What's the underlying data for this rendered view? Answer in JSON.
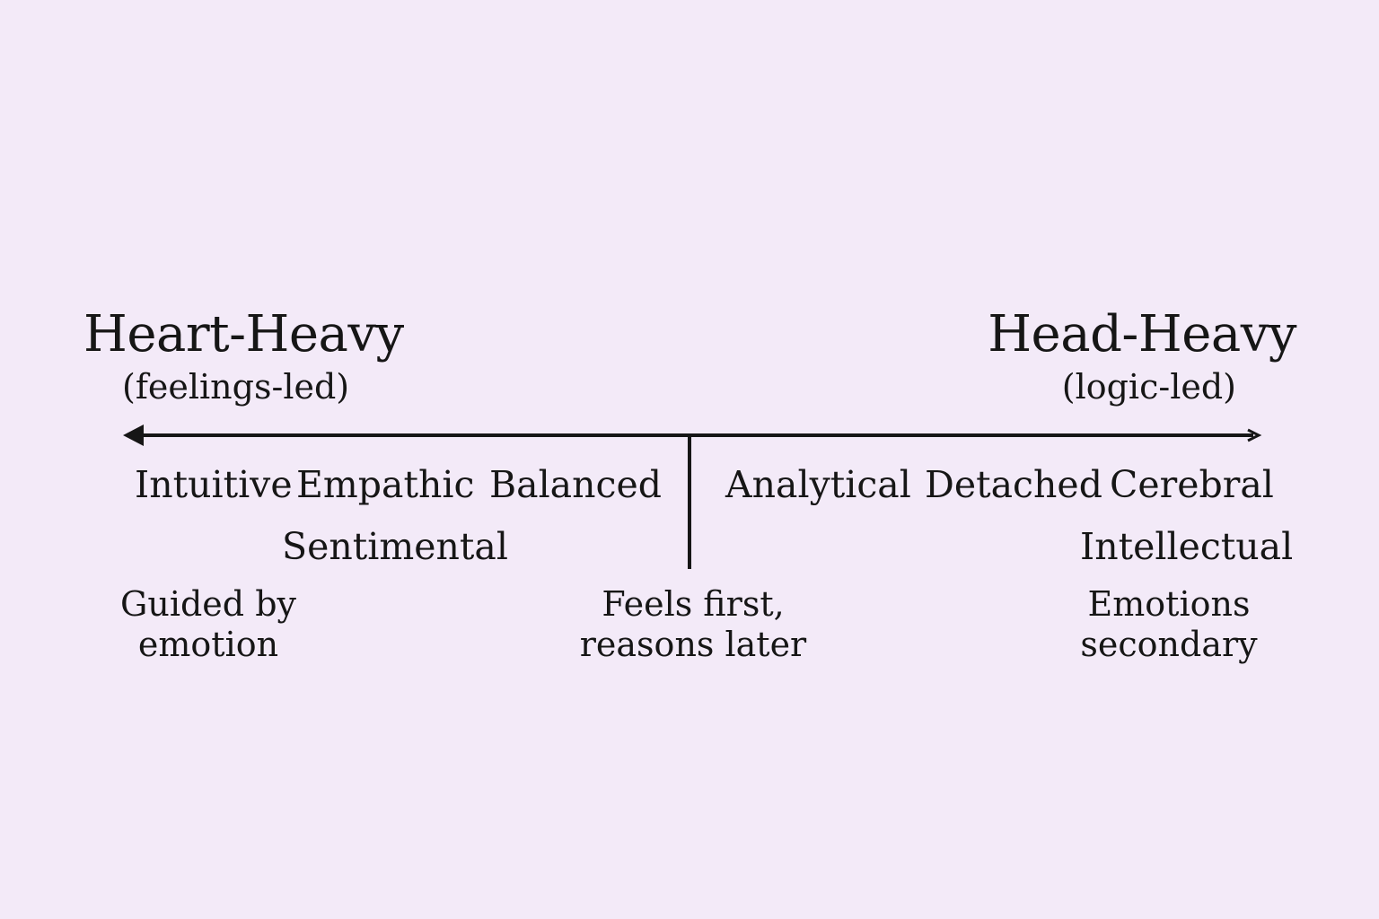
{
  "left_pole": {
    "title": "Heart-Heavy",
    "subtitle": "(feelings-led)"
  },
  "right_pole": {
    "title": "Head-Heavy",
    "subtitle": "(logic-led)"
  },
  "terms": {
    "intuitive": "Intuitive",
    "empathic": "Empathic",
    "balanced": "Balanced",
    "sentimental": "Sentimental",
    "analytical": "Analytical",
    "detached": "Detached",
    "cerebral": "Cerebral",
    "intellectual": "Intellectual"
  },
  "descriptions": {
    "left": [
      "Guided by",
      "emotion"
    ],
    "center": [
      "Feels first,",
      "reasons later"
    ],
    "right": [
      "Emotions",
      "secondary"
    ]
  },
  "colors": {
    "background": "#f3eaf8",
    "ink": "#161616"
  }
}
